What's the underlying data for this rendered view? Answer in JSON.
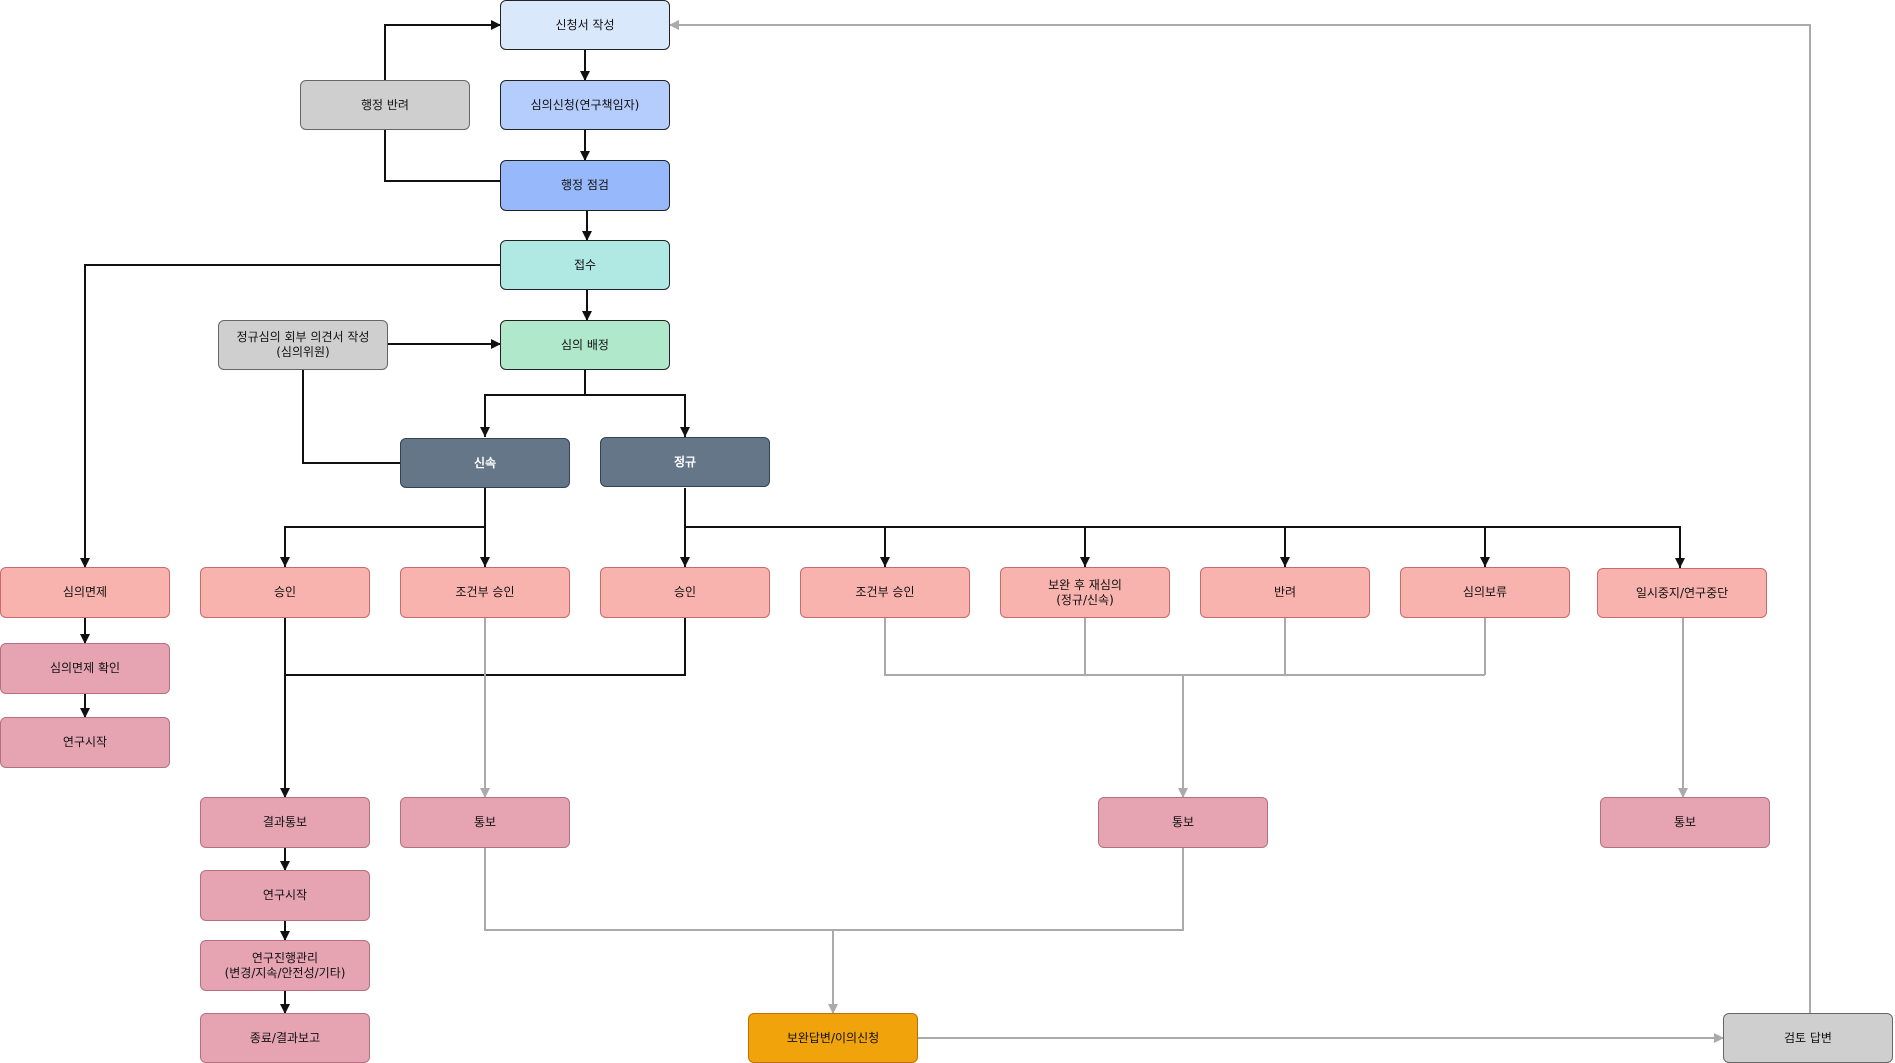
{
  "nodes": {
    "apply_write": "신청서 작성",
    "review_request": "심의신청(연구책임자)",
    "admin_check": "행정 점검",
    "admin_return": "행정 반려",
    "receipt": "접수",
    "regular_opinion": "정규심의 회부 의견서 작성\n(심의위원)",
    "review_assign": "심의 배정",
    "expedited": "신속",
    "regular": "정규",
    "exempt": "심의면제",
    "exempt_confirm": "심의면제 확인",
    "research_start_left": "연구시작",
    "approve_expedited": "승인",
    "cond_approve_expedited": "조건부 승인",
    "approve_regular": "승인",
    "cond_approve_regular": "조건부 승인",
    "resubmit": "보완 후 재심의\n(정규/신속)",
    "reject": "반려",
    "deferred": "심의보류",
    "suspend": "일시중지/연구중단",
    "result_notice": "결과통보",
    "notice_cond": "통보",
    "notice_mid": "통보",
    "notice_right": "통보",
    "research_start": "연구시작",
    "progress_mgmt": "연구진행관리\n(변경/지속/안전성/기타)",
    "final_report": "종료/결과보고",
    "supplement_reply": "보완답변/이의신청",
    "review_reply": "검토 답변"
  },
  "colors": {
    "edge_black": "#111111",
    "edge_gray": "#aaaaaa"
  }
}
